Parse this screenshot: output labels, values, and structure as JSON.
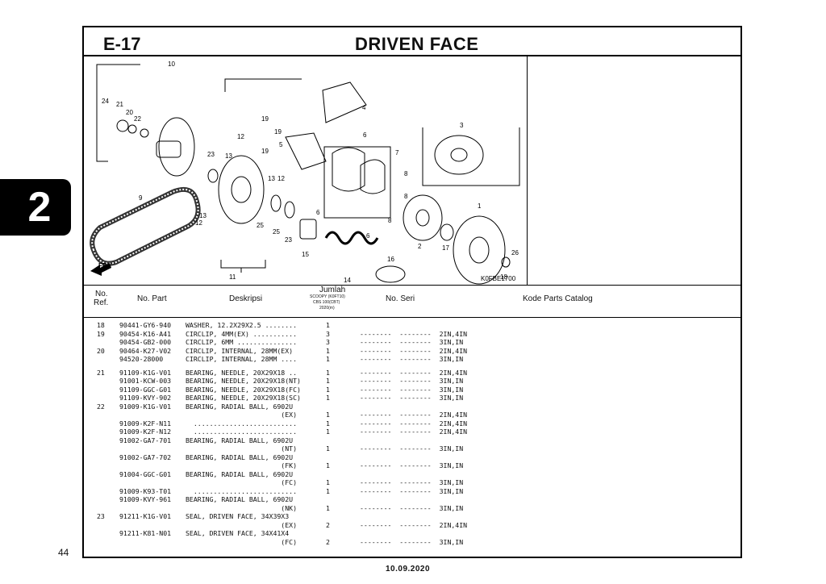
{
  "section_code": "E-17",
  "title": "DRIVEN FACE",
  "tab_number": "2",
  "page_number": "44",
  "date": "10.09.2020",
  "diagram": {
    "code": "K0FBE1700",
    "direction": "FR.",
    "callouts": [
      "1",
      "2",
      "3",
      "4",
      "5",
      "6",
      "6",
      "6",
      "7",
      "8",
      "8",
      "8",
      "9",
      "10",
      "11",
      "12",
      "12",
      "12",
      "13",
      "13",
      "13",
      "14",
      "15",
      "16",
      "17",
      "18",
      "19",
      "19",
      "19",
      "20",
      "21",
      "22",
      "23",
      "23",
      "24",
      "25",
      "25",
      "26"
    ]
  },
  "columns": {
    "ref_line1": "No.",
    "ref_line2": "Ref.",
    "part": "No. Part",
    "desc": "Deskripsi",
    "qty_title": "Jumlah",
    "qty_sub1": "SCOOPY (K0FT10)",
    "qty_sub2": "CBS 100(CBT)",
    "qty_sub3": "2020(m)",
    "serial": "No. Seri",
    "catalog": "Kode Parts Catalog"
  },
  "rows": [
    {
      "ref": "18",
      "part": "90441-GY6-940",
      "desc": "WASHER, 12.2X29X2.5 ........",
      "qty": "1",
      "serial": ""
    },
    {
      "ref": "19",
      "part": "90454-K16-A41",
      "desc": "CIRCLIP, 4MM(EX) ...........",
      "qty": "3",
      "serial": "--------  --------  2IN,4IN"
    },
    {
      "ref": "",
      "part": "90454-GB2-000",
      "desc": "CIRCLIP, 6MM ...............",
      "qty": "3",
      "serial": "--------  --------  3IN,IN"
    },
    {
      "ref": "20",
      "part": "90464-K27-V02",
      "desc": "CIRCLIP, INTERNAL, 28MM(EX)",
      "qty": "1",
      "serial": "--------  --------  2IN,4IN"
    },
    {
      "ref": "",
      "part": "94520-28000",
      "desc": "CIRCLIP, INTERNAL, 28MM ....",
      "qty": "1",
      "serial": "--------  --------  3IN,IN"
    },
    {
      "ref": "21",
      "part": "91109-K1G-V01",
      "desc": "BEARING, NEEDLE, 20X29X18 ..",
      "qty": "1",
      "serial": "--------  --------  2IN,4IN"
    },
    {
      "ref": "",
      "part": "91001-KCW-003",
      "desc": "BEARING, NEEDLE, 20X29X18(NT)",
      "qty": "1",
      "serial": "--------  --------  3IN,IN"
    },
    {
      "ref": "",
      "part": "91109-GGC-G01",
      "desc": "BEARING, NEEDLE, 20X29X18(FC)",
      "qty": "1",
      "serial": "--------  --------  3IN,IN"
    },
    {
      "ref": "",
      "part": "91109-KVY-902",
      "desc": "BEARING, NEEDLE, 20X29X18(SC)",
      "qty": "1",
      "serial": "--------  --------  3IN,IN"
    },
    {
      "ref": "22",
      "part": "91009-K1G-V01",
      "desc": "BEARING, RADIAL BALL, 6902U",
      "qty": "",
      "serial": ""
    },
    {
      "ref": "",
      "part": "",
      "desc": "                        (EX)",
      "qty": "1",
      "serial": "--------  --------  2IN,4IN"
    },
    {
      "ref": "",
      "part": "91009-K2F-N11",
      "desc": "  ..........................",
      "qty": "1",
      "serial": "--------  --------  2IN,4IN"
    },
    {
      "ref": "",
      "part": "91009-K2F-N12",
      "desc": "  ..........................",
      "qty": "1",
      "serial": "--------  --------  2IN,4IN"
    },
    {
      "ref": "",
      "part": "91002-GA7-701",
      "desc": "BEARING, RADIAL BALL, 6902U",
      "qty": "",
      "serial": ""
    },
    {
      "ref": "",
      "part": "",
      "desc": "                        (NT)",
      "qty": "1",
      "serial": "--------  --------  3IN,IN"
    },
    {
      "ref": "",
      "part": "91002-GA7-702",
      "desc": "BEARING, RADIAL BALL, 6902U",
      "qty": "",
      "serial": ""
    },
    {
      "ref": "",
      "part": "",
      "desc": "                        (FK)",
      "qty": "1",
      "serial": "--------  --------  3IN,IN"
    },
    {
      "ref": "",
      "part": "91004-GGC-G01",
      "desc": "BEARING, RADIAL BALL, 6902U",
      "qty": "",
      "serial": ""
    },
    {
      "ref": "",
      "part": "",
      "desc": "                        (FC)",
      "qty": "1",
      "serial": "--------  --------  3IN,IN"
    },
    {
      "ref": "",
      "part": "91009-K93-T01",
      "desc": "  ..........................",
      "qty": "1",
      "serial": "--------  --------  3IN,IN"
    },
    {
      "ref": "",
      "part": "91009-KVY-961",
      "desc": "BEARING, RADIAL BALL, 6902U",
      "qty": "",
      "serial": ""
    },
    {
      "ref": "",
      "part": "",
      "desc": "                        (NK)",
      "qty": "1",
      "serial": "--------  --------  3IN,IN"
    },
    {
      "ref": "23",
      "part": "91211-K1G-V01",
      "desc": "SEAL, DRIVEN FACE, 34X39X3",
      "qty": "",
      "serial": ""
    },
    {
      "ref": "",
      "part": "",
      "desc": "                        (EX)",
      "qty": "2",
      "serial": "--------  --------  2IN,4IN"
    },
    {
      "ref": "",
      "part": "91211-K81-N01",
      "desc": "SEAL, DRIVEN FACE, 34X41X4",
      "qty": "",
      "serial": ""
    },
    {
      "ref": "",
      "part": "",
      "desc": "                        (FC)",
      "qty": "2",
      "serial": "--------  --------  3IN,IN"
    }
  ]
}
